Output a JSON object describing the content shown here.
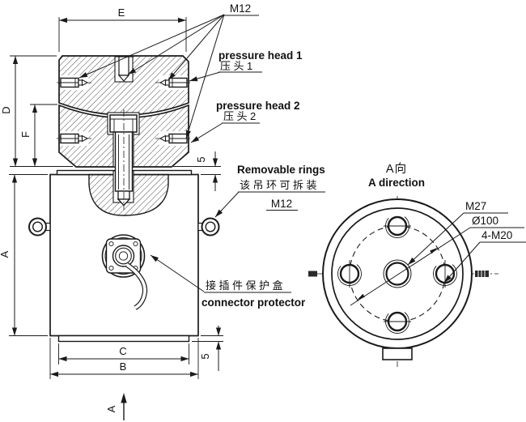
{
  "front_view": {
    "dim_e": "E",
    "dim_d": "D",
    "dim_f": "F",
    "dim_a": "A",
    "dim_c": "C",
    "dim_b": "B",
    "gap_upper": "5",
    "gap_lower": "5",
    "section_arrow_label": "A",
    "thread_label": "M12",
    "pressure_head_1": {
      "en": "pressure head 1",
      "zh": "压头1"
    },
    "pressure_head_2": {
      "en": "pressure head 2",
      "zh": "压头2"
    },
    "removable_rings": {
      "en": "Removable rings",
      "zh": "该吊环可拆装",
      "thread": "M12"
    },
    "connector": {
      "zh": "接插件保护盒",
      "en": "connector protector"
    }
  },
  "a_view": {
    "title_zh": "A向",
    "title_en": "A direction",
    "center_thread": "M27",
    "bolt_circle_dia": "Ø100",
    "bolt_holes": "4-M20"
  },
  "line_color": "#1a1a1a"
}
